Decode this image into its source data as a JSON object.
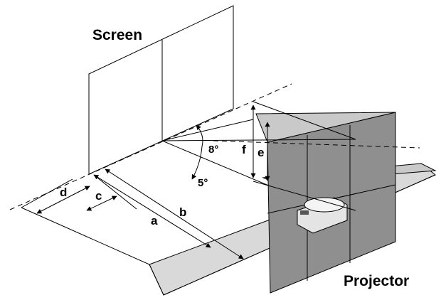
{
  "labels": {
    "screen": "Screen",
    "projector": "Projector",
    "a": "a",
    "b": "b",
    "c": "c",
    "d": "d",
    "e": "e",
    "f": "f",
    "angle_up": "8°",
    "angle_down": "5°"
  }
}
